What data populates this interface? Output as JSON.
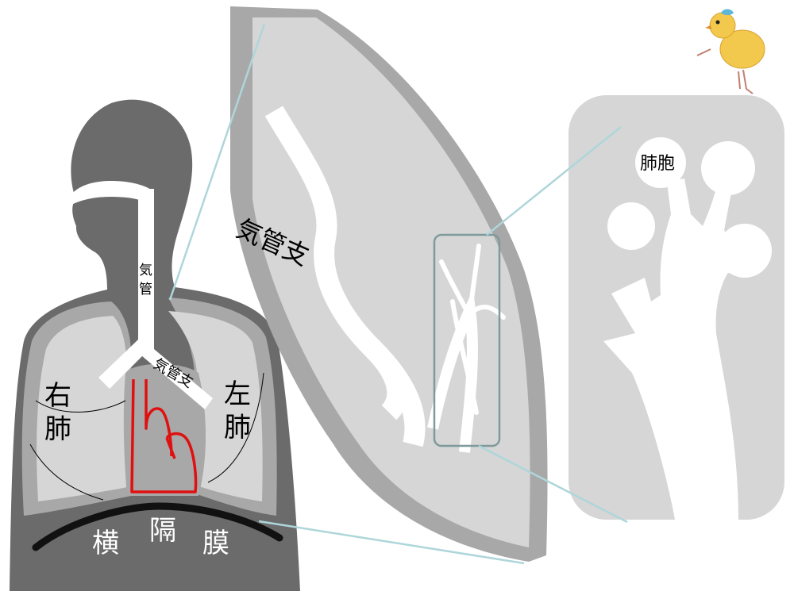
{
  "labels": {
    "trachea_1": "気",
    "trachea_2": "管",
    "bronchus_small": "気管支",
    "right_lung_1": "右",
    "right_lung_2": "肺",
    "left_lung_1": "左",
    "left_lung_2": "肺",
    "diaphragm_1": "横",
    "diaphragm_2": "隔",
    "diaphragm_3": "膜",
    "bronchus_large": "気管支",
    "alveoli": "肺胞"
  },
  "colors": {
    "body": "#6b6b6b",
    "lung_outer": "#a8a8a8",
    "lung_inner": "#d6d6d6",
    "airway": "#ffffff",
    "diaphragm": "#111111",
    "vessel": "#e01010",
    "connector": "#aed6da",
    "zoom_box": "#7f9a9a"
  },
  "icons": [
    "chick-illustration"
  ]
}
